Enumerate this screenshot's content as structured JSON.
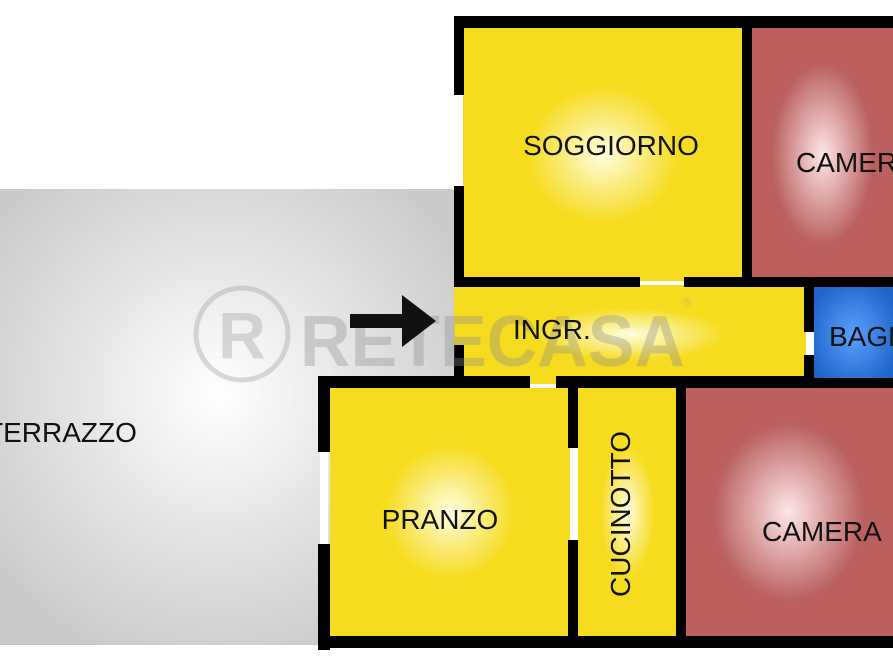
{
  "rooms": {
    "terrazzo": "TERRAZZO",
    "soggiorno": "SOGGIORNO",
    "camera_top": "CAMERA",
    "ingresso": "INGR.",
    "bagno": "BAGNO",
    "pranzo": "PRANZO",
    "cucinotto": "CUCINOTTO",
    "camera_bottom": "CAMERA"
  },
  "watermark": {
    "text": "RETECASA",
    "mark": "R"
  },
  "colors": {
    "yellow": "#f5dc1f",
    "yellow_center": "#fffde0",
    "red": "#bb5f5f",
    "red_center": "#fde7e7",
    "blue": "#1f65c9",
    "blue_center": "#5aa0ff",
    "grey": "#cacaca",
    "grey_center": "#ffffff",
    "wall": "#000000"
  },
  "icons": {
    "entrance": "arrow-right-icon"
  }
}
